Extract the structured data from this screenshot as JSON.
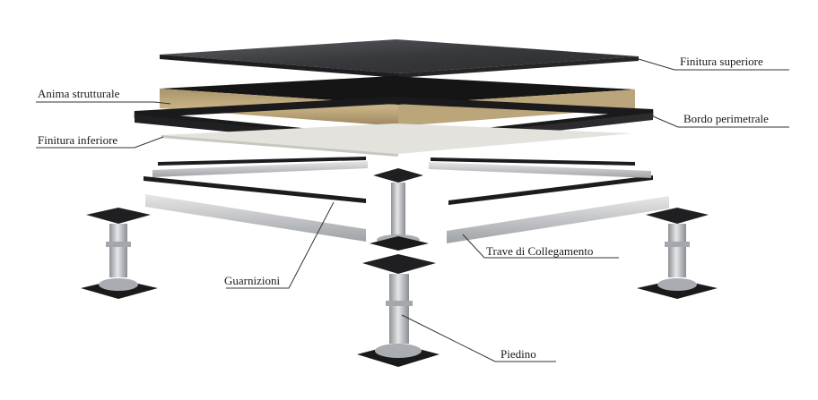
{
  "labels": {
    "top_finish": "Finitura superiore",
    "core": "Anima strutturale",
    "edge": "Bordo perimetrale",
    "bottom_finish": "Finitura inferiore",
    "gaskets": "Guarnizioni",
    "stringer": "Trave di Collegamento",
    "pedestal": "Piedino"
  },
  "icons": {
    "pedestal": "pedestal-icon",
    "panel": "floor-panel-icon",
    "stringer": "stringer-beam-icon"
  },
  "colors": {
    "panel_top": "#3f3f41",
    "core": "#b9a27a",
    "edge": "#1c1c1e",
    "bottom_finish": "#e2e0da",
    "stringer": "#c9cbcd",
    "metal": "#b9bcc0",
    "leader": "#333333"
  }
}
